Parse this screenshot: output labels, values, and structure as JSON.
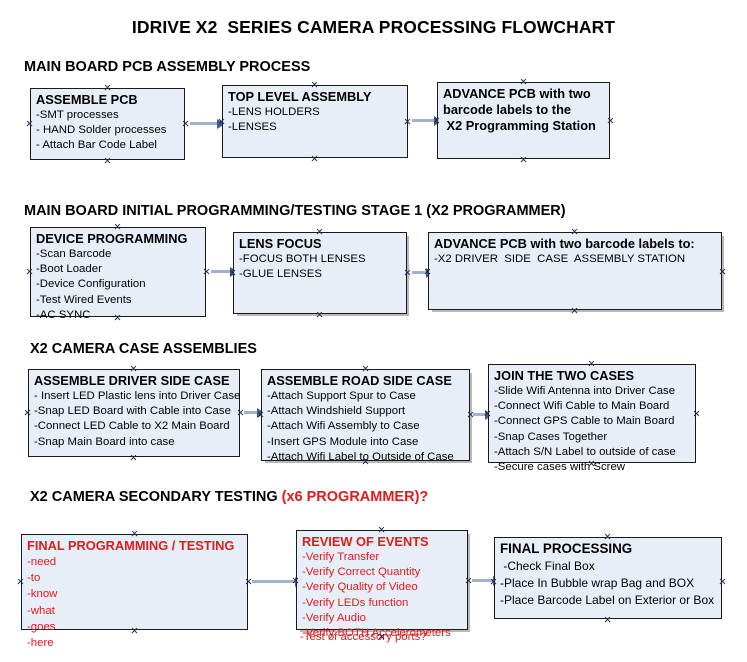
{
  "document": {
    "title": "IDRIVE X2  SERIES CAMERA PROCESSING FLOWCHART"
  },
  "colors": {
    "node_fill": "#e8eef8",
    "node_border": "#1a1a1a",
    "text": "#000000",
    "accent_red": "#e01b1b",
    "connector": "#9fb4cc",
    "arrowhead": "#3c5d96"
  },
  "sections": [
    {
      "id": "main-board-pcb-assembly",
      "heading": "MAIN BOARD PCB ASSEMBLY PROCESS",
      "heading_accent": "",
      "nodes": [
        {
          "id": "assemble-pcb",
          "title": "ASSEMBLE PCB",
          "lines": [
            "-SMT processes",
            "- HAND Solder processes",
            "- Attach Bar Code Label"
          ]
        },
        {
          "id": "top-level-assembly",
          "title": "TOP LEVEL ASSEMBLY",
          "lines": [
            "-LENS HOLDERS",
            "-LENSES"
          ]
        },
        {
          "id": "advance-pcb-programming-station",
          "title": "ADVANCE PCB with two",
          "lines": [
            "barcode labels to the",
            " X2 Programming Station"
          ]
        }
      ]
    },
    {
      "id": "main-board-initial-programming",
      "heading": "MAIN BOARD INITIAL PROGRAMMING/TESTING STAGE 1 (X2 PROGRAMMER)",
      "heading_accent": "",
      "nodes": [
        {
          "id": "device-programming",
          "title": "DEVICE PROGRAMMING",
          "lines": [
            "-Scan Barcode",
            "-Boot Loader",
            "-Device Configuration",
            "-Test Wired Events",
            "-AC SYNC"
          ]
        },
        {
          "id": "lens-focus",
          "title": "LENS FOCUS",
          "lines": [
            "-FOCUS BOTH LENSES",
            "-GLUE LENSES"
          ]
        },
        {
          "id": "advance-pcb-driver-side-case",
          "title": "ADVANCE PCB with two barcode labels to:",
          "lines": [
            "-X2 DRIVER  SIDE  CASE  ASSEMBLY STATION"
          ]
        }
      ]
    },
    {
      "id": "x2-camera-case-assemblies",
      "heading": "X2 CAMERA CASE ASSEMBLIES",
      "heading_accent": "",
      "nodes": [
        {
          "id": "assemble-driver-side-case",
          "title": "ASSEMBLE DRIVER SIDE CASE",
          "lines": [
            "- Insert LED Plastic lens into Driver Case",
            "-Snap LED Board with Cable into Case",
            "-Connect LED Cable to X2 Main Board",
            "-Snap Main Board into case"
          ]
        },
        {
          "id": "assemble-road-side-case",
          "title": "ASSEMBLE ROAD SIDE CASE",
          "lines": [
            "-Attach Support Spur to Case",
            "-Attach Windshield Support",
            "-Attach Wifi Assembly to Case",
            "-Insert GPS Module into Case",
            "-Attach Wifi Label to Outside of Case"
          ]
        },
        {
          "id": "join-the-two-cases",
          "title": "JOIN THE TWO CASES",
          "lines": [
            "-Slide Wifi Antenna into Driver Case",
            "-Connect Wifi Cable to Main Board",
            "-Connect GPS Cable to Main Board",
            "-Snap Cases Together",
            "-Attach S/N Label to outside of case",
            "-Secure cases with Screw"
          ]
        }
      ]
    },
    {
      "id": "x2-camera-secondary-testing",
      "heading": "X2 CAMERA SECONDARY TESTING ",
      "heading_accent": "(x6 PROGRAMMER)?",
      "nodes": [
        {
          "id": "final-programming-testing",
          "title": "FINAL PROGRAMMING / TESTING",
          "lines": [
            "-need",
            "-to",
            "-know",
            "-what",
            "-goes",
            "-here"
          ]
        },
        {
          "id": "review-of-events",
          "title": "REVIEW OF EVENTS",
          "lines": [
            "-Verify Transfer",
            "-Verify Correct Quantity",
            "-Verify Quality of Video",
            "-Verify LEDs function",
            "-Verify Audio",
            "-Verify BOTH Accelerometers"
          ],
          "overflow_line": "-Test of accessory ports?"
        },
        {
          "id": "final-processing",
          "title": "FINAL PROCESSING",
          "lines": [
            " -Check Final Box",
            "-Place In Bubble wrap Bag and BOX",
            "-Place Barcode Label on Exterior or Box"
          ]
        }
      ]
    }
  ]
}
